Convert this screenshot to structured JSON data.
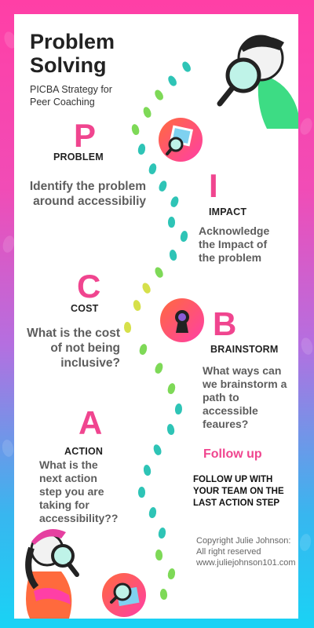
{
  "title_line1": "Problem",
  "title_line2": "Solving",
  "subtitle": "PICBA Strategy for Peer Coaching",
  "sections": {
    "problem": {
      "letter": "P",
      "heading": "PROBLEM",
      "text": "Identify the problem around accessibiliy"
    },
    "impact": {
      "letter": "I",
      "heading": "IMPACT",
      "text": "Acknowledge the Impact of the problem"
    },
    "cost": {
      "letter": "C",
      "heading": "COST",
      "text": "What is  the cost of not being inclusive?"
    },
    "brainstorm": {
      "letter": "B",
      "heading": "BRAINSTORM",
      "text": "What ways can we brainstorm a path to accessible feaures?"
    },
    "action": {
      "letter": "A",
      "heading": "ACTION",
      "text": "What is the next action step you are taking for accessibility??"
    }
  },
  "followup": {
    "heading": "Follow up",
    "text": "FOLLOW UP WITH YOUR TEAM ON THE LAST ACTION STEP"
  },
  "copyright": "Copyright Julie Johnson: All right reserved www.juliejohnson101.com",
  "colors": {
    "accent_pink": "#f0458f",
    "footprint_teal": "#2ec4b6",
    "footprint_green": "#7ed957",
    "footprint_yellow": "#d6e04a"
  },
  "icons": [
    "magnifier-person-icon",
    "photo-magnifier-icon",
    "keyhole-icon",
    "map-magnifier-icon",
    "footprint-icon"
  ]
}
